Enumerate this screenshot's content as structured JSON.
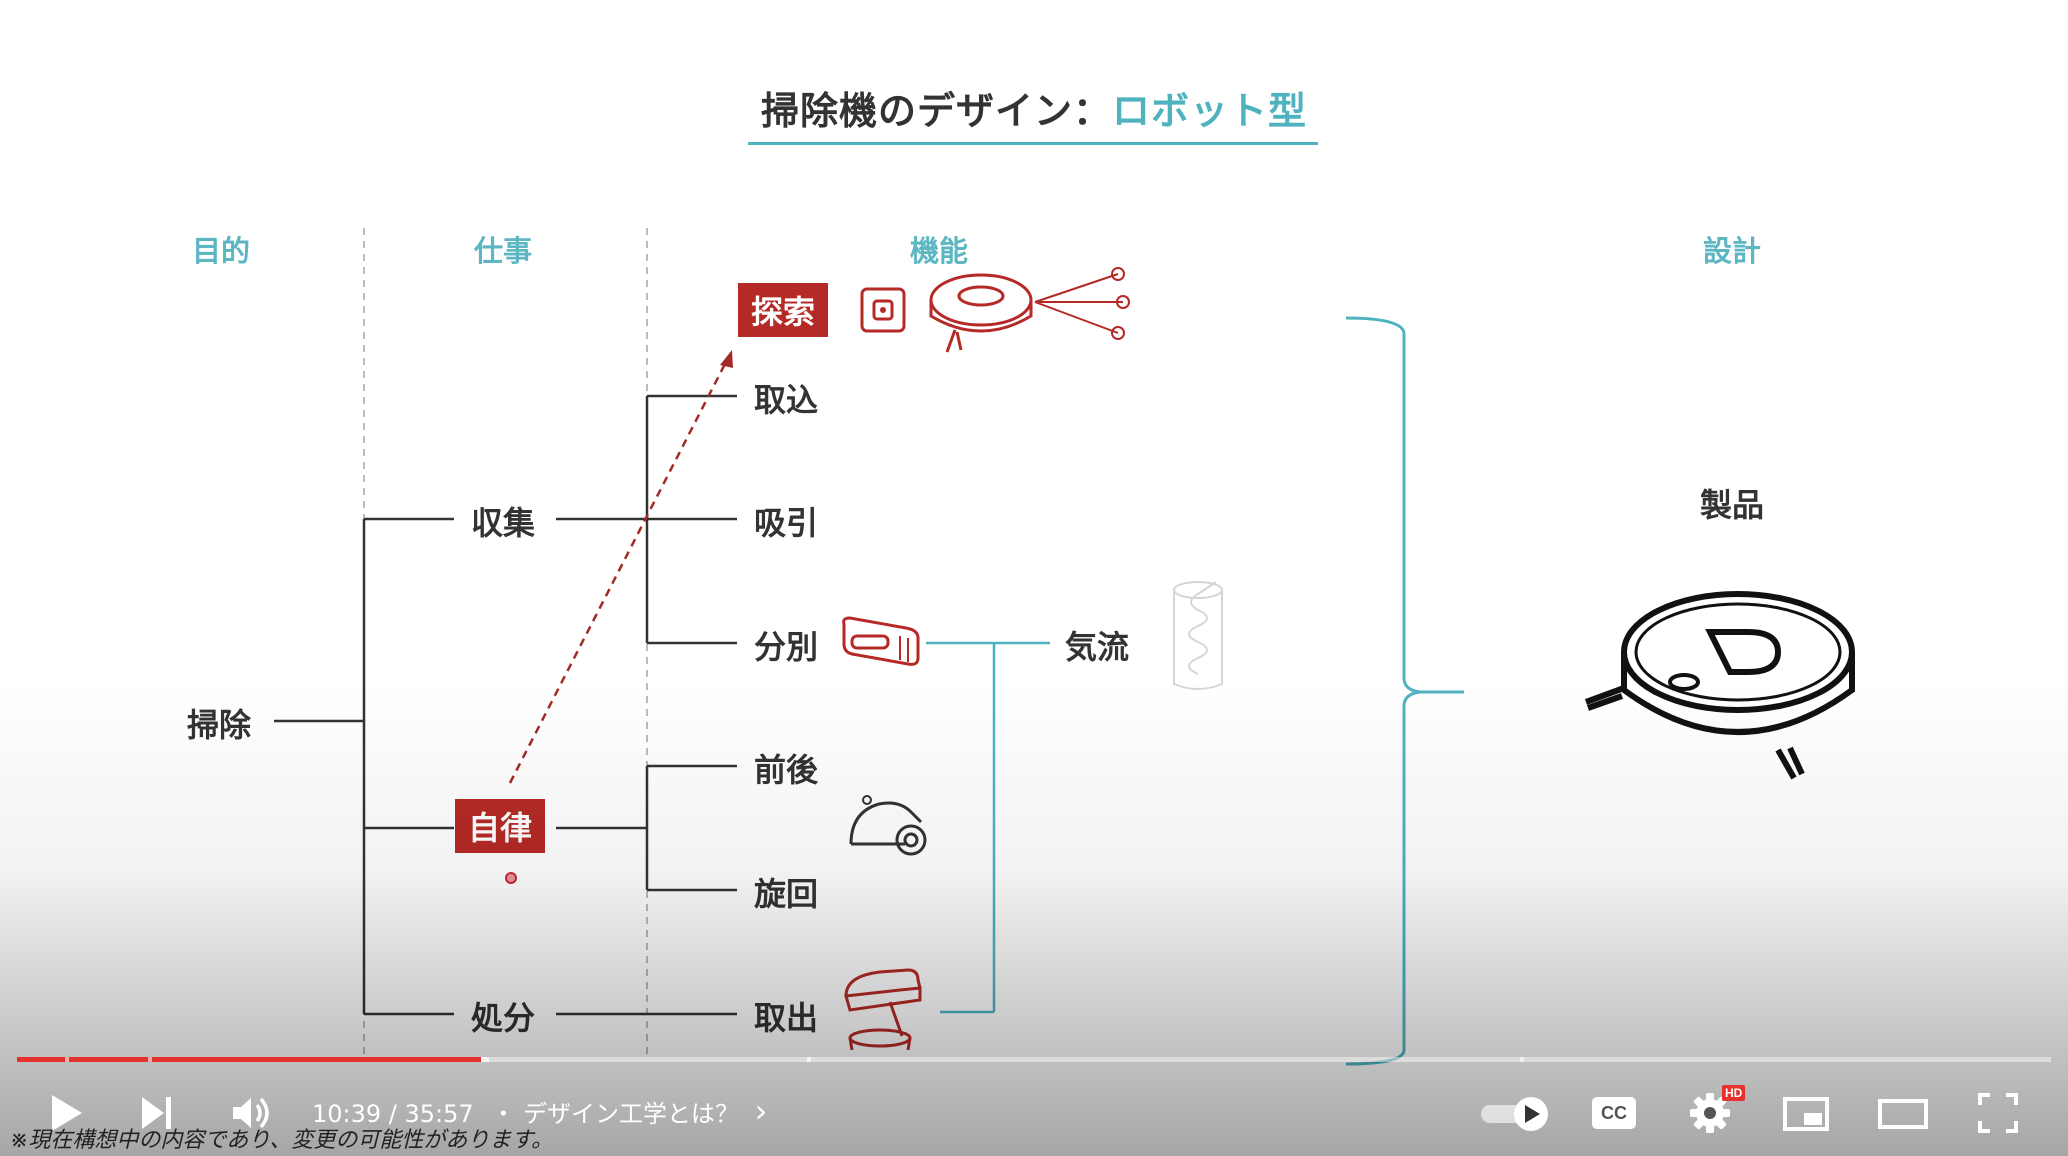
{
  "slide": {
    "title_prefix": "掃除機のデザイン：",
    "title_accent": "ロボット型",
    "columns": {
      "purpose": "目的",
      "task": "仕事",
      "function": "機能",
      "design": "設計"
    },
    "nodes": {
      "cleaning": "掃除",
      "collect": "収集",
      "autonomy": "自律",
      "dispose": "処分",
      "explore": "探索",
      "intake": "取込",
      "suction": "吸引",
      "separate": "分別",
      "forward_back": "前後",
      "turn": "旋回",
      "remove": "取出",
      "airflow": "気流",
      "product": "製品"
    },
    "footnote": "※現在構想中の内容であり、変更の可能性があります。"
  },
  "player": {
    "time_current": "10:39",
    "time_separator": " / ",
    "time_total": "35:57",
    "chapter": "・ デザイン工学とは？",
    "chapter_arrow": "›",
    "progress_played": 0.228,
    "progress_loaded": 0.232,
    "hd_badge": "HD",
    "cc_label": "CC",
    "colors": {
      "played": "#e5322e",
      "accent": "#4fb3bf",
      "tag": "#b52a26"
    },
    "icons": [
      "play-icon",
      "next-icon",
      "volume-icon",
      "autoplay-toggle-icon",
      "cc-icon",
      "settings-icon",
      "miniplayer-icon",
      "theater-icon",
      "fullscreen-icon"
    ]
  }
}
